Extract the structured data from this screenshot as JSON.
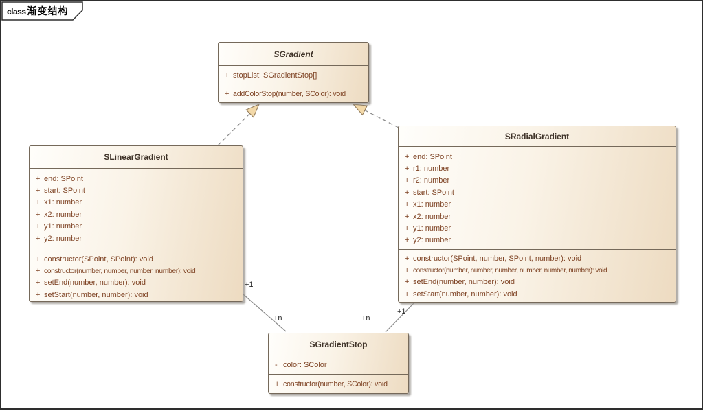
{
  "frame": {
    "tab_prefix": "class",
    "tab_title": "渐变结构"
  },
  "classes": [
    {
      "name": "SGradient",
      "abstract": true,
      "attributes": [
        {
          "vis": "+",
          "text": "stopList: SGradientStop[]"
        }
      ],
      "methods": [
        {
          "vis": "+",
          "text": "addColorStop(number, SColor): void"
        }
      ]
    },
    {
      "name": "SLinearGradient",
      "abstract": false,
      "attributes": [
        {
          "vis": "+",
          "text": "end: SPoint"
        },
        {
          "vis": "+",
          "text": "start: SPoint"
        },
        {
          "vis": "+",
          "text": "x1: number"
        },
        {
          "vis": "+",
          "text": "x2: number"
        },
        {
          "vis": "+",
          "text": "y1: number"
        },
        {
          "vis": "+",
          "text": "y2: number"
        }
      ],
      "methods": [
        {
          "vis": "+",
          "text": "constructor(SPoint, SPoint): void"
        },
        {
          "vis": "+",
          "text": "constructor(number, number, number, number): void"
        },
        {
          "vis": "+",
          "text": "setEnd(number, number): void"
        },
        {
          "vis": "+",
          "text": "setStart(number, number): void"
        }
      ]
    },
    {
      "name": "SRadialGradient",
      "abstract": false,
      "attributes": [
        {
          "vis": "+",
          "text": "end: SPoint"
        },
        {
          "vis": "+",
          "text": "r1: number"
        },
        {
          "vis": "+",
          "text": "r2: number"
        },
        {
          "vis": "+",
          "text": "start: SPoint"
        },
        {
          "vis": "+",
          "text": "x1: number"
        },
        {
          "vis": "+",
          "text": "x2: number"
        },
        {
          "vis": "+",
          "text": "y1: number"
        },
        {
          "vis": "+",
          "text": "y2: number"
        }
      ],
      "methods": [
        {
          "vis": "+",
          "text": "constructor(SPoint, number, SPoint, number): void"
        },
        {
          "vis": "+",
          "text": "constructor(number, number, number, number, number, number): void"
        },
        {
          "vis": "+",
          "text": "setEnd(number, number): void"
        },
        {
          "vis": "+",
          "text": "setStart(number, number): void"
        }
      ]
    },
    {
      "name": "SGradientStop",
      "abstract": false,
      "attributes": [
        {
          "vis": "-",
          "text": "color: SColor"
        }
      ],
      "methods": [
        {
          "vis": "+",
          "text": "constructor(number, SColor): void"
        }
      ]
    }
  ],
  "connectors": [
    {
      "type": "realization",
      "from": "SLinearGradient",
      "to": "SGradient"
    },
    {
      "type": "realization",
      "from": "SRadialGradient",
      "to": "SGradient"
    },
    {
      "type": "association",
      "from": "SLinearGradient",
      "to": "SGradientStop",
      "source_label": "+1",
      "target_label": "+n"
    },
    {
      "type": "association",
      "from": "SRadialGradient",
      "to": "SGradientStop",
      "source_label": "+1",
      "target_label": "+n"
    }
  ],
  "colors": {
    "box_fill_light": "#fffefb",
    "box_fill_dark": "#eddbc1",
    "box_border": "#75695a",
    "member_text": "#7f4425",
    "title_text": "#40342a",
    "connector_line": "#8a8a8a",
    "triangle_fill": "#f3d9a9",
    "frame_border": "#2e2e2e"
  }
}
